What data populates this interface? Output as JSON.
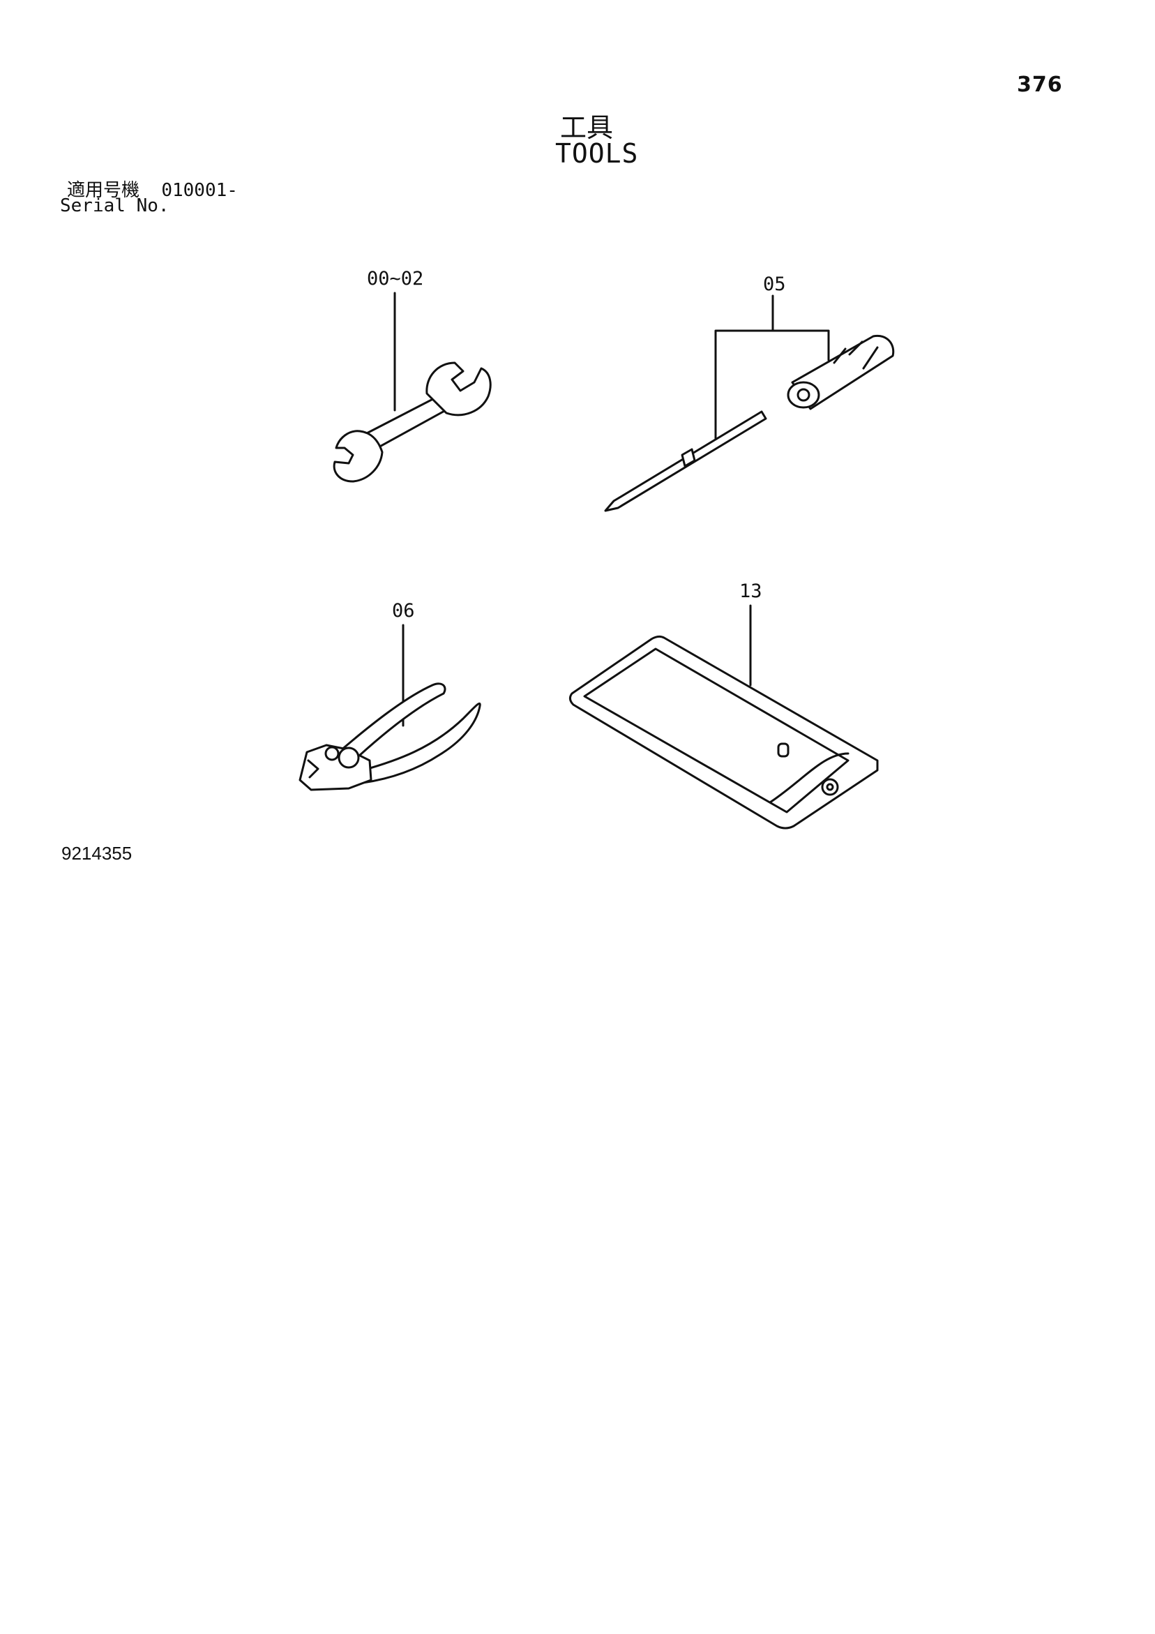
{
  "header": {
    "page_number": "376",
    "title_jp": "工具",
    "title_en": "TOOLS"
  },
  "serial": {
    "label_jp": "適用号機",
    "range": "010001-",
    "label_en": "Serial No."
  },
  "callouts": {
    "wrench": "00~02",
    "screwdriver": "05",
    "pliers": "06",
    "tool_bag": "13"
  },
  "figure_number": "9214355"
}
